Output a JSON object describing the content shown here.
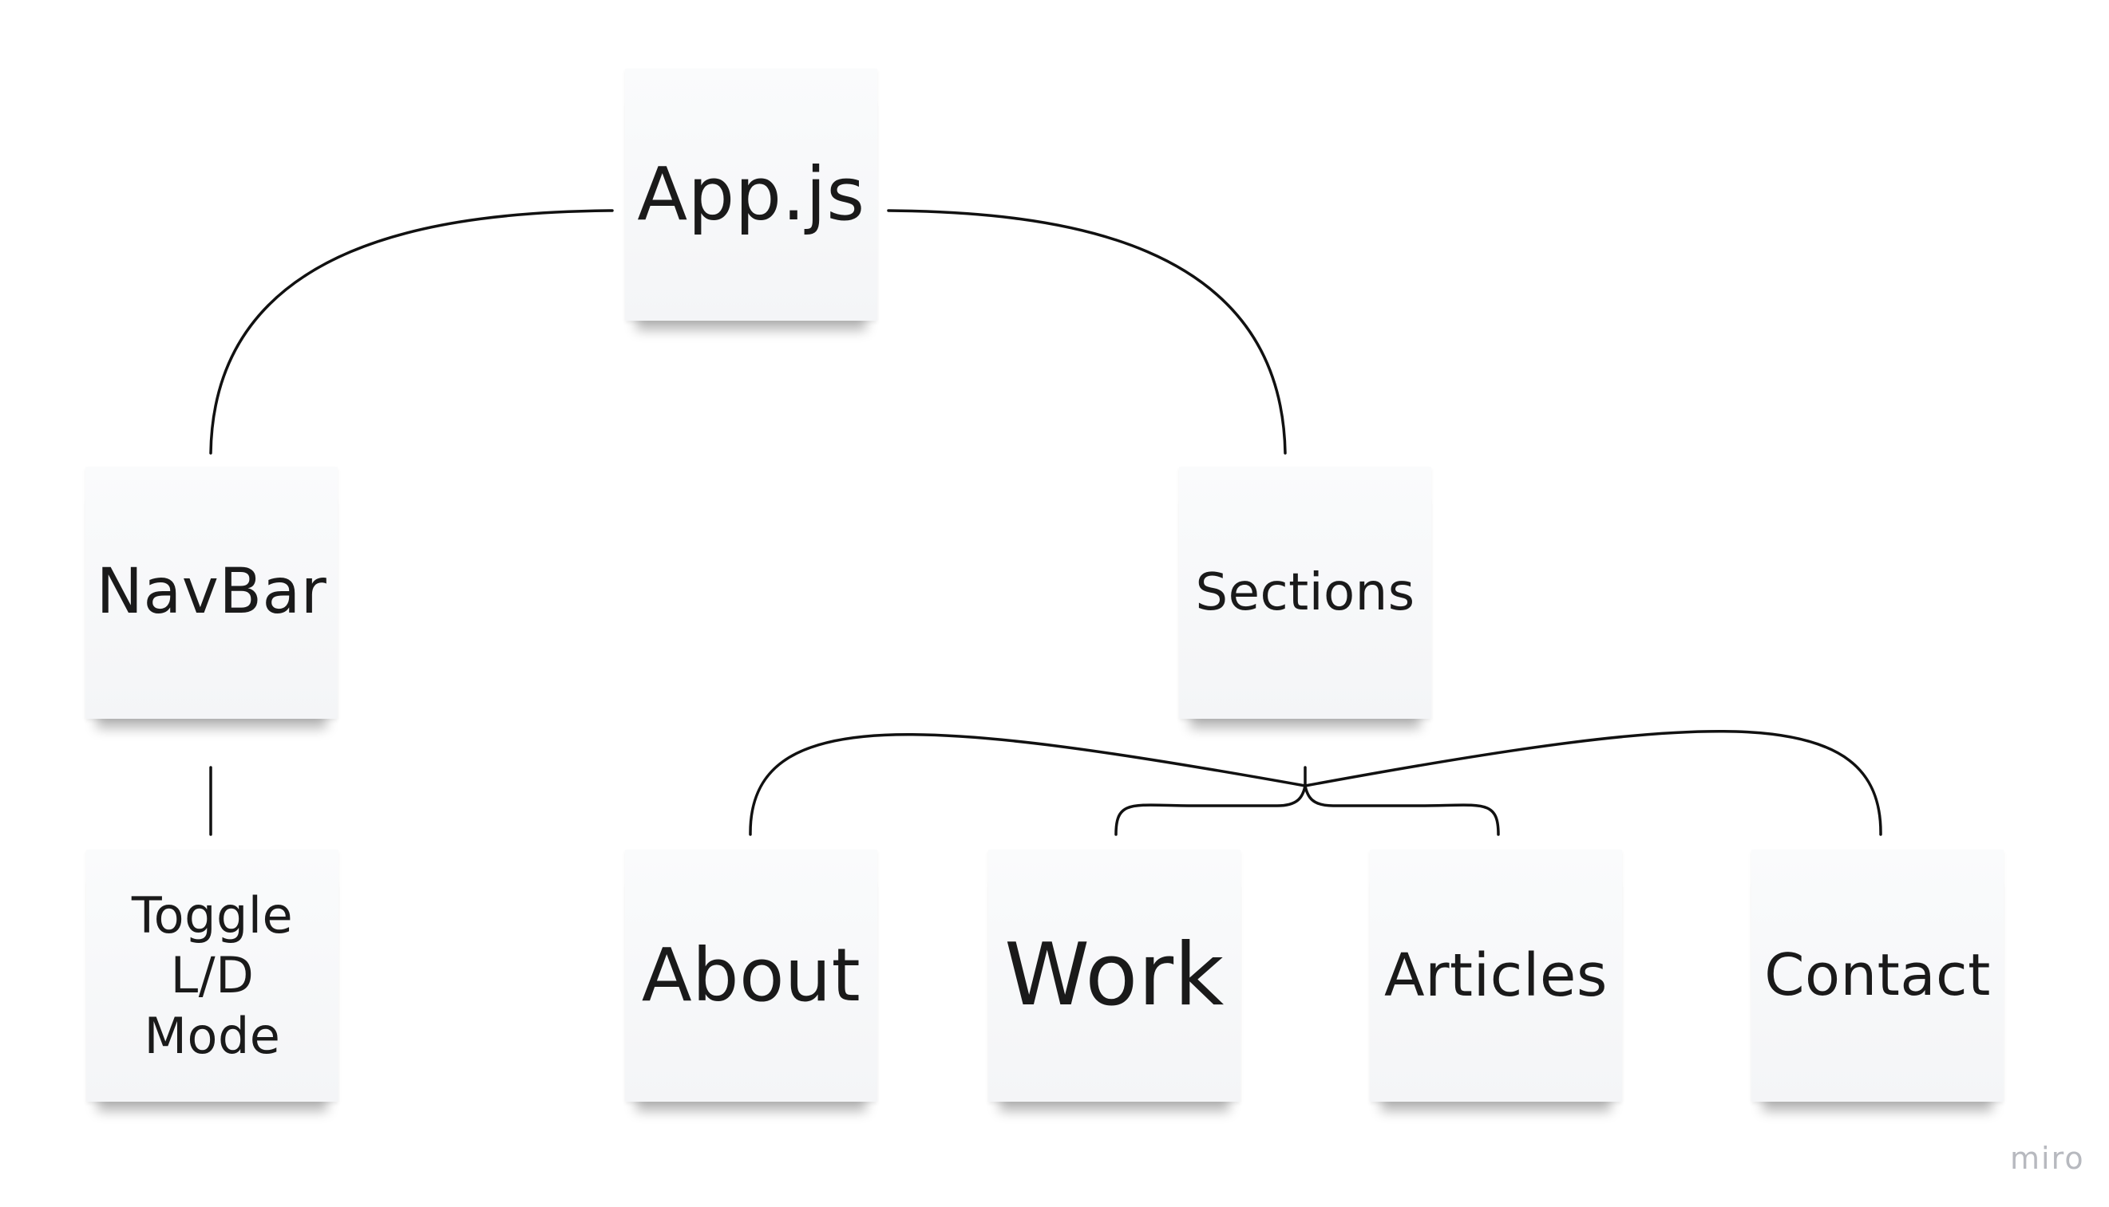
{
  "nodes": {
    "app": "App.js",
    "navbar": "NavBar",
    "sections": "Sections",
    "toggle": [
      "Toggle",
      "L/D",
      "Mode"
    ],
    "about": "About",
    "work": "Work",
    "articles": "Articles",
    "contact": "Contact"
  },
  "edges": [
    [
      "App.js",
      "NavBar"
    ],
    [
      "App.js",
      "Sections"
    ],
    [
      "NavBar",
      "Toggle L/D Mode"
    ],
    [
      "Sections",
      "About"
    ],
    [
      "Sections",
      "Work"
    ],
    [
      "Sections",
      "Articles"
    ],
    [
      "Sections",
      "Contact"
    ]
  ],
  "watermark": "miro",
  "colors": {
    "background": "#ffffff",
    "note": "#f6f7f9",
    "text": "#1a1a1a",
    "line": "#111111",
    "watermark": "#b7b9bf"
  }
}
